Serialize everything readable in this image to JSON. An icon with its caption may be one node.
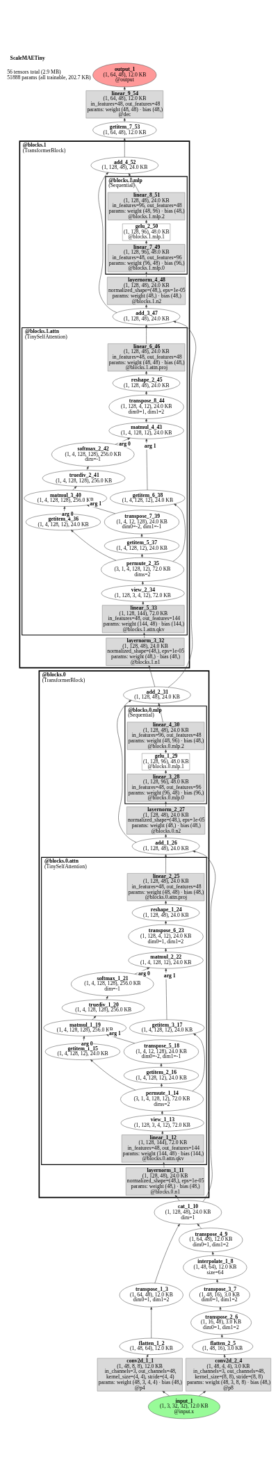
{
  "diagram": {
    "title": "ScaleMAETiny",
    "labels": [
      "56 tensors total (2.9 MB)",
      "51888 params (all trainable, 202.7 KB)"
    ],
    "nodes": [
      {
        "text": [
          "output_1",
          "(1, 64, 48), 12.0 KB",
          "@output"
        ]
      },
      {
        "text": [
          "linear_9_54",
          "(1, 64, 48), 12.0 KB",
          "in_features=48, out_features=48",
          "params: weight (48, 48) · bias (48,)",
          "@dec"
        ]
      },
      {
        "text": [
          "getitem_7_53",
          "(1, 64, 48), 12.0 KB"
        ]
      },
      {
        "text": [
          "@blocks.1",
          "(TransformerBlock)"
        ]
      },
      {
        "text": [
          "add_4_52",
          "(1, 128, 48), 24.0 KB"
        ],
        "in": 3
      },
      {
        "text": [
          "@blocks.1.mlp",
          "(Sequential)"
        ],
        "in": 3
      },
      {
        "text": [
          "linear_8_51",
          "(1, 128, 48), 24.0 KB",
          "in_features=96, out_features=48",
          "params: weight (48, 96) · bias (48,)",
          "@blocks.1.mlp.2"
        ],
        "in": 5
      },
      {
        "text": [
          "gelu_2_50",
          "(1, 128, 96), 48.0 KB",
          "@blocks.1.mlp.1"
        ],
        "in": 5
      },
      {
        "text": [
          "linear_7_49",
          "(1, 128, 96), 48.0 KB",
          "in_features=48, out_features=96",
          "params: weight (96, 48) · bias (96,)",
          "@blocks.1.mlp.0"
        ],
        "in": 5
      },
      {
        "text": [
          "layernorm_4_48",
          "(1, 128, 48), 24.0 KB",
          "normalized_shape=(48,), eps=1e-05",
          "params: weight (48,) · bias (48,)",
          "@blocks.1.n2"
        ],
        "in": 3
      },
      {
        "text": [
          "add_3_47",
          "(1, 128, 48), 24.0 KB"
        ],
        "in": 3
      },
      {
        "text": [
          "@blocks.1.attn",
          "(TinySelfAttention)"
        ],
        "in": 3
      },
      {
        "text": [
          "linear_6_46",
          "(1, 128, 48), 24.0 KB",
          "in_features=48, out_features=48",
          "params: weight (48, 48) · bias (48,)",
          "@blocks.1.attn.proj"
        ],
        "in": 11
      },
      {
        "text": [
          "reshape_2_45",
          "(1, 128, 48), 24.0 KB"
        ],
        "in": 11
      },
      {
        "text": [
          "transpose_8_44",
          "(1, 128, 4, 12), 24.0 KB",
          "dim0=1, dim1=2"
        ],
        "in": 11
      },
      {
        "text": [
          "matmul_4_43",
          "(1, 4, 128, 12), 24.0 KB"
        ],
        "in": 11
      },
      {
        "text": [
          "softmax_2_42",
          "(1, 4, 128, 128), 256.0 KB",
          "dim=-1"
        ],
        "in": 11
      },
      {
        "text": [
          "truediv_2_41",
          "(1, 4, 128, 128), 256.0 KB"
        ],
        "in": 11
      },
      {
        "text": [
          "matmul_3_40",
          "(1, 4, 128, 128), 256.0 KB"
        ],
        "in": 11
      },
      {
        "text": [
          "transpose_7_39",
          "(1, 4, 12, 128), 24.0 KB",
          "dim0=-2, dim1=-1"
        ],
        "in": 11
      },
      {
        "text": [
          "getitem_4_36",
          "(1, 4, 128, 12), 24.0 KB"
        ],
        "in": 11
      },
      {
        "text": [
          "getitem_5_37",
          "(1, 4, 128, 12), 24.0 KB"
        ],
        "in": 11
      },
      {
        "text": [
          "getitem_6_38",
          "(1, 4, 128, 12), 24.0 KB"
        ],
        "in": 11
      },
      {
        "text": [
          "permute_2_35",
          "(3, 1, 4, 128, 12), 72.0 KB",
          "dims=2"
        ],
        "in": 11
      },
      {
        "text": [
          "view_2_34",
          "(1, 128, 3, 4, 12), 72.0 KB"
        ],
        "in": 11
      },
      {
        "text": [
          "linear_5_33",
          "(1, 128, 144), 72.0 KB",
          "in_features=48, out_features=144",
          "params: weight (144, 48) · bias (144,)",
          "@blocks.1.attn.qkv"
        ],
        "in": 11
      },
      {
        "text": [
          "layernorm_3_32",
          "(1, 128, 48), 24.0 KB",
          "normalized_shape=(48,), eps=1e-05",
          "params: weight (48,) · bias (48,)",
          "@blocks.1.n1"
        ],
        "in": 3
      },
      {
        "text": [
          "@blocks.0",
          "(TransformerBlock)"
        ]
      },
      {
        "text": [
          "add_2_31",
          "(1, 128, 48), 24.0 KB"
        ],
        "in": 27
      },
      {
        "text": [
          "@blocks.0.mlp",
          "(Sequential)"
        ],
        "in": 27
      },
      {
        "text": [
          "linear_4_30",
          "(1, 128, 48), 24.0 KB",
          "in_features=96, out_features=48",
          "params: weight (48, 96) · bias (48,)",
          "@blocks.0.mlp.2"
        ],
        "in": 29
      },
      {
        "text": [
          "gelu_1_29",
          "(1, 128, 96), 48.0 KB",
          "@blocks.0.mlp.1"
        ],
        "in": 29
      },
      {
        "text": [
          "linear_3_28",
          "(1, 128, 96), 48.0 KB",
          "in_features=48, out_features=96",
          "params: weight (96, 48) · bias (96,)",
          "@blocks.0.mlp.0"
        ],
        "in": 29
      },
      {
        "text": [
          "layernorm_2_27",
          "(1, 128, 48), 24.0 KB",
          "normalized_shape=(48,), eps=1e-05",
          "params: weight (48,) · bias (48,)",
          "@blocks.0.n2"
        ],
        "in": 27
      },
      {
        "text": [
          "add_1_26",
          "(1, 128, 48), 24.0 KB"
        ],
        "in": 27
      },
      {
        "text": [
          "@blocks.0.attn",
          "(TinySelfAttention)"
        ],
        "in": 27
      },
      {
        "text": [
          "linear_2_25",
          "(1, 128, 48), 24.0 KB",
          "in_features=48, out_features=48",
          "params: weight (48, 48) · bias (48,)",
          "@blocks.0.attn.proj"
        ],
        "in": 35
      },
      {
        "text": [
          "reshape_1_24",
          "(1, 128, 48), 24.0 KB"
        ],
        "in": 35
      },
      {
        "text": [
          "transpose_6_23",
          "(1, 128, 4, 12), 24.0 KB",
          "dim0=1, dim1=2"
        ],
        "in": 35
      },
      {
        "text": [
          "matmul_2_22",
          "(1, 4, 128, 12), 24.0 KB"
        ],
        "in": 35
      },
      {
        "text": [
          "softmax_1_21",
          "(1, 4, 128, 128), 256.0 KB",
          "dim=-1"
        ],
        "in": 35
      },
      {
        "text": [
          "truediv_1_20",
          "(1, 4, 128, 128), 256.0 KB"
        ],
        "in": 35
      },
      {
        "text": [
          "matmul_1_19",
          "(1, 4, 128, 128), 256.0 KB"
        ],
        "in": 35
      },
      {
        "text": [
          "transpose_5_18",
          "(1, 4, 12, 128), 24.0 KB",
          "dim0=-2, dim1=-1"
        ],
        "in": 35
      },
      {
        "text": [
          "getitem_1_15",
          "(1, 4, 128, 12), 24.0 KB"
        ],
        "in": 35
      },
      {
        "text": [
          "getitem_2_16",
          "(1, 4, 128, 12), 24.0 KB"
        ],
        "in": 35
      },
      {
        "text": [
          "getitem_3_17",
          "(1, 4, 128, 12), 24.0 KB"
        ],
        "in": 35
      },
      {
        "text": [
          "permute_1_14",
          "(3, 1, 4, 128, 12), 72.0 KB",
          "dims=2"
        ],
        "in": 35
      },
      {
        "text": [
          "view_1_13",
          "(1, 128, 3, 4, 12), 72.0 KB"
        ],
        "in": 35
      },
      {
        "text": [
          "linear_1_12",
          "(1, 128, 144), 72.0 KB",
          "in_features=48, out_features=144",
          "params: weight (144, 48) · bias (144,)",
          "@blocks.0.attn.qkv"
        ],
        "in": 35
      },
      {
        "text": [
          "layernorm_1_11",
          "(1, 128, 48), 24.0 KB",
          "normalized_shape=(48,), eps=1e-05",
          "params: weight (48,) · bias (48,)",
          "@blocks.0.n1"
        ],
        "in": 27
      },
      {
        "text": [
          "cat_1_10",
          "(1, 128, 48), 24.0 KB",
          "dim=1"
        ]
      },
      {
        "text": [
          "transpose_4_9",
          "(1, 64, 48), 12.0 KB",
          "dim0=1, dim1=2"
        ]
      },
      {
        "text": [
          "interpolate_1_8",
          "(1, 48, 64), 12.0 KB",
          "size=64"
        ]
      },
      {
        "text": [
          "transpose_3_7",
          "(1, 48, 16), 3.0 KB",
          "dim0=1, dim1=2"
        ]
      },
      {
        "text": [
          "transpose_1_3",
          "(1, 64, 48), 12.0 KB",
          "dim0=1, dim1=2"
        ]
      },
      {
        "text": [
          "transpose_2_6",
          "(1, 16, 48), 3.0 KB",
          "dim0=1, dim1=2"
        ]
      },
      {
        "text": [
          "flatten_1_2",
          "(1, 48, 64), 12.0 KB"
        ]
      },
      {
        "text": [
          "flatten_2_5",
          "(1, 48, 16), 3.0 KB"
        ]
      },
      {
        "text": [
          "conv2d_1_1",
          "(1, 48, 8, 8), 12.0 KB",
          "in_channels=3, out_channels=48, kernel_size=(4, 4), stride=(4, 4)",
          "params: weight (48, 3, 4, 4) · bias (48,)",
          "@p4"
        ]
      },
      {
        "text": [
          "conv2d_2_4",
          "(1, 48, 4, 4), 3.0 KB",
          "in_channels=3, out_channels=48, kernel_size=(8, 8), stride=(8, 8)",
          "params: weight (48, 3, 8, 8) · bias (48,)",
          "@p8"
        ]
      },
      {
        "text": [
          "input_1",
          "(1, 3, 32, 32), 12.0 KB",
          "@input.x"
        ]
      }
    ],
    "edges": [
      {
        "from": 61,
        "to": 59,
        "arrow": "to"
      },
      {
        "from": 61,
        "to": 60,
        "arrow": "to"
      },
      {
        "from": 59,
        "to": 57,
        "arrow": "to"
      },
      {
        "from": 57,
        "to": 55,
        "arrow": "to"
      },
      {
        "from": 55,
        "to": 51,
        "arrow": "to"
      },
      {
        "from": 60,
        "to": 58,
        "arrow": "to"
      },
      {
        "from": 58,
        "to": 56,
        "arrow": "to"
      },
      {
        "from": 56,
        "to": 54,
        "arrow": "to"
      },
      {
        "from": 54,
        "to": 53,
        "arrow": "to"
      },
      {
        "from": 53,
        "to": 52,
        "arrow": "to"
      },
      {
        "from": 52,
        "to": 51,
        "arrow": "to"
      },
      {
        "from": 51,
        "to": 50,
        "arrow": "to"
      },
      {
        "from": 51,
        "to": 34,
        "arrow": "to"
      },
      {
        "from": 50,
        "to": 49,
        "arrow": "to"
      },
      {
        "from": 49,
        "to": 48,
        "arrow": "to"
      },
      {
        "from": 48,
        "to": 47,
        "arrow": "to"
      },
      {
        "from": 47,
        "to": 44,
        "arrow": "to"
      },
      {
        "from": 47,
        "to": 45,
        "arrow": "to"
      },
      {
        "from": 47,
        "to": 46,
        "arrow": "to"
      },
      {
        "from": 45,
        "to": 43,
        "arrow": "to"
      },
      {
        "from": 44,
        "to": 42,
        "arrow": "to",
        "label": "arg 0"
      },
      {
        "from": 43,
        "to": 42,
        "arrow": "to",
        "label": "arg 1"
      },
      {
        "from": 42,
        "to": 41,
        "arrow": "to"
      },
      {
        "from": 41,
        "to": 40,
        "arrow": "to"
      },
      {
        "from": 40,
        "to": 39,
        "arrow": "to",
        "label": "arg 0"
      },
      {
        "from": 46,
        "to": 39,
        "arrow": "to",
        "label": "arg 1"
      },
      {
        "from": 39,
        "to": 38,
        "arrow": "to"
      },
      {
        "from": 38,
        "to": 37,
        "arrow": "to"
      },
      {
        "from": 37,
        "to": 36,
        "arrow": "to"
      },
      {
        "from": 36,
        "to": 34,
        "arrow": "to"
      },
      {
        "from": 34,
        "to": 33,
        "arrow": "to"
      },
      {
        "from": 34,
        "to": 28,
        "arrow": "to"
      },
      {
        "from": 33,
        "to": 32,
        "arrow": "to"
      },
      {
        "from": 32,
        "to": 31,
        "arrow": "to"
      },
      {
        "from": 31,
        "to": 30,
        "arrow": "to"
      },
      {
        "from": 30,
        "to": 28,
        "arrow": "to"
      },
      {
        "from": 28,
        "to": 26,
        "arrow": "to"
      },
      {
        "from": 28,
        "to": 10,
        "arrow": "to"
      },
      {
        "from": 26,
        "to": 25,
        "arrow": "to"
      },
      {
        "from": 25,
        "to": 24,
        "arrow": "to"
      },
      {
        "from": 24,
        "to": 23,
        "arrow": "to"
      },
      {
        "from": 23,
        "to": 20,
        "arrow": "to"
      },
      {
        "from": 23,
        "to": 21,
        "arrow": "to"
      },
      {
        "from": 23,
        "to": 22,
        "arrow": "to"
      },
      {
        "from": 21,
        "to": 19,
        "arrow": "to"
      },
      {
        "from": 20,
        "to": 18,
        "arrow": "to",
        "label": "arg 0"
      },
      {
        "from": 19,
        "to": 18,
        "arrow": "to",
        "label": "arg 1"
      },
      {
        "from": 18,
        "to": 17,
        "arrow": "to"
      },
      {
        "from": 17,
        "to": 16,
        "arrow": "to"
      },
      {
        "from": 16,
        "to": 15,
        "arrow": "to",
        "label": "arg 0"
      },
      {
        "from": 22,
        "to": 15,
        "arrow": "to",
        "label": "arg 1"
      },
      {
        "from": 15,
        "to": 14,
        "arrow": "to"
      },
      {
        "from": 14,
        "to": 13,
        "arrow": "to"
      },
      {
        "from": 13,
        "to": 12,
        "arrow": "to"
      },
      {
        "from": 12,
        "to": 10,
        "arrow": "to"
      },
      {
        "from": 10,
        "to": 9,
        "arrow": "to"
      },
      {
        "from": 10,
        "to": 4,
        "arrow": "to"
      },
      {
        "from": 9,
        "to": 8,
        "arrow": "to"
      },
      {
        "from": 8,
        "to": 7,
        "arrow": "to"
      },
      {
        "from": 7,
        "to": 6,
        "arrow": "to"
      },
      {
        "from": 6,
        "to": 4,
        "arrow": "to"
      },
      {
        "from": 4,
        "to": 2,
        "arrow": "to"
      },
      {
        "from": 2,
        "to": 1,
        "arrow": "to"
      },
      {
        "from": 1,
        "to": 0,
        "arrow": "to"
      }
    ]
  }
}
